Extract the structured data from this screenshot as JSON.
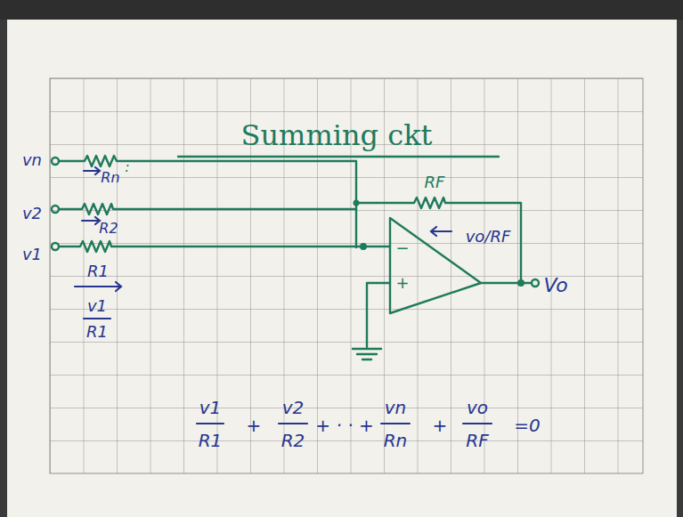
{
  "diagram": {
    "title": "Summing ckt",
    "labels": [
      "vn",
      "Rn",
      ":",
      "v2",
      "R2",
      "v1",
      "R1",
      "v1",
      "R1",
      "RF",
      "vo/RF",
      "−",
      "+",
      "Vo",
      "v1",
      "R1",
      "+",
      "v2",
      "R2",
      "+ · · +",
      "vn",
      "Rn",
      "+",
      "vo",
      "RF",
      "=0"
    ]
  }
}
